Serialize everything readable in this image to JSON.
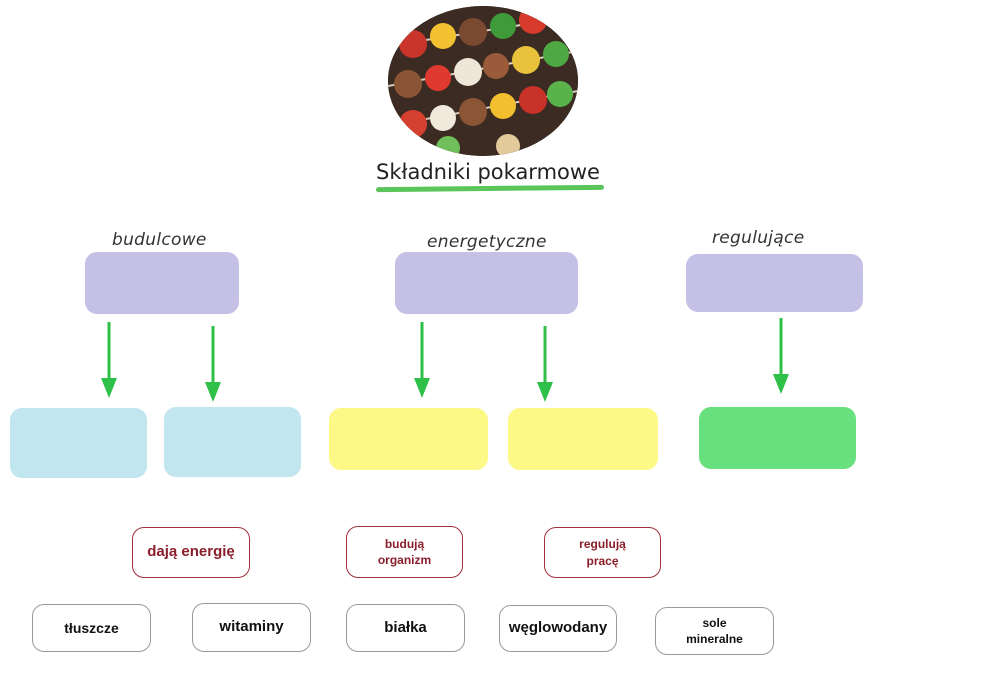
{
  "title": "Składniki pokarmowe",
  "categories": [
    {
      "label": "budulcowe"
    },
    {
      "label": "energetyczne"
    },
    {
      "label": "regulujące"
    }
  ],
  "description_cards": [
    {
      "text": "dają energię"
    },
    {
      "text": "budują organizm"
    },
    {
      "text": "regulują pracę"
    }
  ],
  "nutrient_cards": [
    {
      "text": "tłuszcze"
    },
    {
      "text": "witaminy"
    },
    {
      "text": "białka"
    },
    {
      "text": "węglowodany"
    },
    {
      "text": "sole mineralne"
    }
  ],
  "colors": {
    "purple": "#c5c0e6",
    "blue": "#c2e6f0",
    "yellow": "#fdf987",
    "green": "#67e07d",
    "arrow": "#2fc04a",
    "accent_red": "#8a1e2a"
  }
}
